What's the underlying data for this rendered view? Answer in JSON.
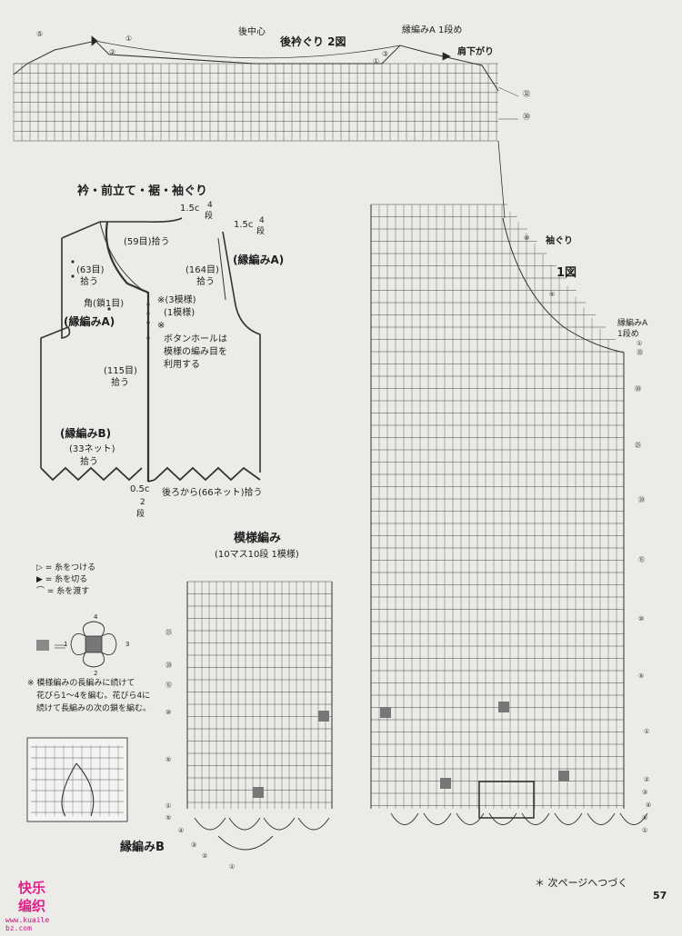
{
  "figure2": {
    "title": "後衿ぐり 2図",
    "center_label": "後中心",
    "edge_label": "縁編みA 1段め",
    "shoulder_label": "肩下がり",
    "row_marks": [
      "⑤",
      "①",
      "②",
      "③",
      "①",
      "㉜",
      "㉚"
    ]
  },
  "figure1": {
    "title": "1図",
    "armhole_label": "袖ぐり",
    "edge_label": "縁編みA",
    "edge_label2": "1段め",
    "row_marks_right": [
      "⑩",
      "⑤",
      "①",
      "㉟",
      "㉚",
      "㉕",
      "⑳",
      "⑮",
      "⑩",
      "⑤",
      "①",
      "②",
      "③",
      "④",
      "⑤",
      "①"
    ]
  },
  "vest": {
    "heading": "衿・前立て・裾・袖ぐり",
    "c1": "1.5c",
    "c1_rows": "4",
    "c1_unit": "段",
    "c2": "1.5c",
    "c2_rows": "4",
    "c2_unit": "段",
    "pick59": "(59目)拾う",
    "pick63": "(63目)",
    "pick63b": "拾う",
    "pick164": "(164目)",
    "pick164b": "拾う",
    "edgeA1": "(縁編みA)",
    "edgeA2": "(縁編みA)",
    "corner": "角(鎖1目)",
    "pattern3": "※(3模様)",
    "pattern1": "(1模様)",
    "star": "※",
    "button1": "ボタンホールは",
    "button2": "模様の編み目を",
    "button3": "利用する",
    "pick115": "(115目)",
    "pick115b": "拾う",
    "edgeB": "(縁編みB)",
    "net33": "(33ネット)",
    "net33b": "拾う",
    "c3": "0.5c",
    "c3_rows": "2",
    "c3_unit": "段",
    "back66": "後ろから(66ネット)拾う"
  },
  "pattern": {
    "title": "模様編み",
    "subtitle": "(10マス10段 1模様)",
    "row_marks": [
      "㉕",
      "⑳",
      "⑮",
      "⑩",
      "⑤",
      "①",
      "⑤",
      "④",
      "③",
      "②",
      "①"
    ],
    "edge_label": "縁編みB"
  },
  "legend": {
    "l1": "▷ = 糸をつける",
    "l2": "▶ = 糸を切る",
    "l3": "⌒ = 糸を渡す",
    "note1": "※ 模様編みの長編みに続けて",
    "note2": "花びら1～4を編む。花びら4に",
    "note3": "続けて長編みの次の鎖を編む。",
    "motif_numbers": [
      "4",
      "1",
      "3",
      "2"
    ]
  },
  "footer": {
    "continue": "＊ 次ページへつづく",
    "page_number": "57"
  },
  "logo": {
    "line1": "快乐",
    "line2": "编织",
    "url": "www.kuaile bz.com"
  }
}
